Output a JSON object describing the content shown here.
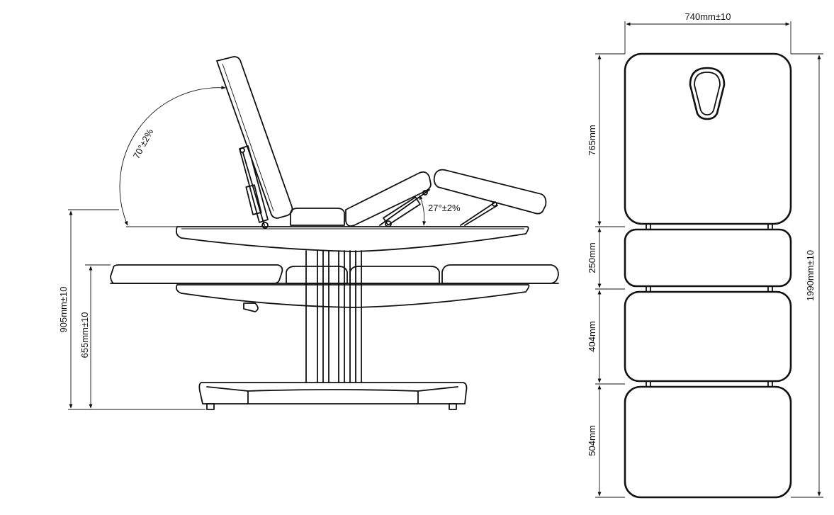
{
  "colors": {
    "line": "#111111",
    "background": "#ffffff"
  },
  "side_view": {
    "backrest_angle": "70°±2%",
    "leg_angle": "27°±2%",
    "max_height": "905mm±10",
    "min_height": "655mm±10"
  },
  "top_view": {
    "width": "740mm±10",
    "total_length": "1990mm±10",
    "head_section": "765mm",
    "seat_section": "250mm",
    "thigh_section": "404mm",
    "leg_section": "504mm"
  }
}
